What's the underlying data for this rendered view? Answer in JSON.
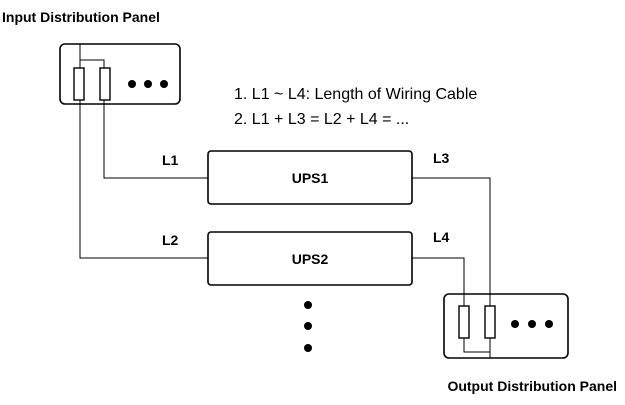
{
  "labels": {
    "input_panel": "Input Distribution Panel",
    "output_panel": "Output Distribution Panel",
    "ups1": "UPS1",
    "ups2": "UPS2",
    "l1": "L1",
    "l2": "L2",
    "l3": "L3",
    "l4": "L4",
    "panel_dots": "•••"
  },
  "notes": [
    "1. L1 ~ L4: Length of Wiring Cable",
    "2. L1 + L3 = L2 + L4 = ..."
  ]
}
